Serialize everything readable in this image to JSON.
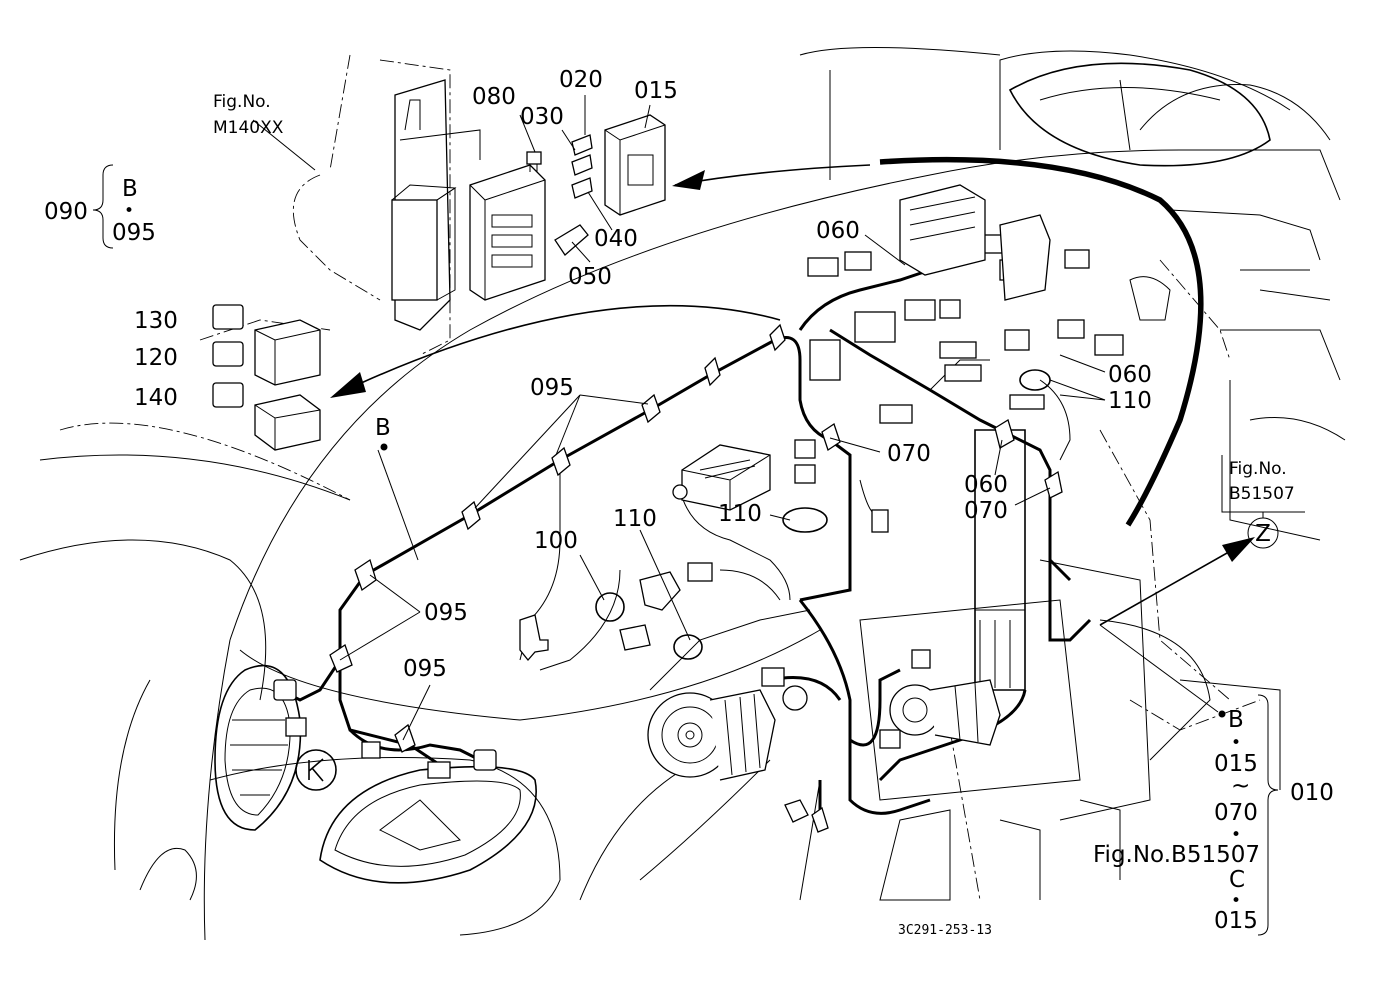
{
  "figure_refs": {
    "top_left_label": "Fig.No.",
    "top_left_code": "M140XX",
    "right_label": "Fig.No.",
    "right_code": "B51507",
    "z_marker": "Z"
  },
  "callouts": {
    "p080": "080",
    "p020": "020",
    "p015": "015",
    "p030": "030",
    "p040": "040",
    "p050": "050",
    "p060a": "060",
    "p060b": "060",
    "p060c": "060",
    "p110a": "110",
    "p110b": "110",
    "p110c": "110",
    "p070a": "070",
    "p070b": "070",
    "p095a": "095",
    "p095b": "095",
    "p095c": "095",
    "p100": "100",
    "p130": "130",
    "p120": "120",
    "p140": "140",
    "pB": "B"
  },
  "group_090": {
    "number": "090",
    "top": "B",
    "dot": "•",
    "bottom": "095"
  },
  "group_010": {
    "number": "010",
    "line1": "B",
    "dot1": "•",
    "line2": "015",
    "tilde": "~",
    "line3": "070",
    "dot2": "•",
    "line4": "Fig.No.B51507",
    "line5": "C",
    "dot3": "•",
    "line6": "015"
  },
  "drawing_number": "3C291-253-13"
}
